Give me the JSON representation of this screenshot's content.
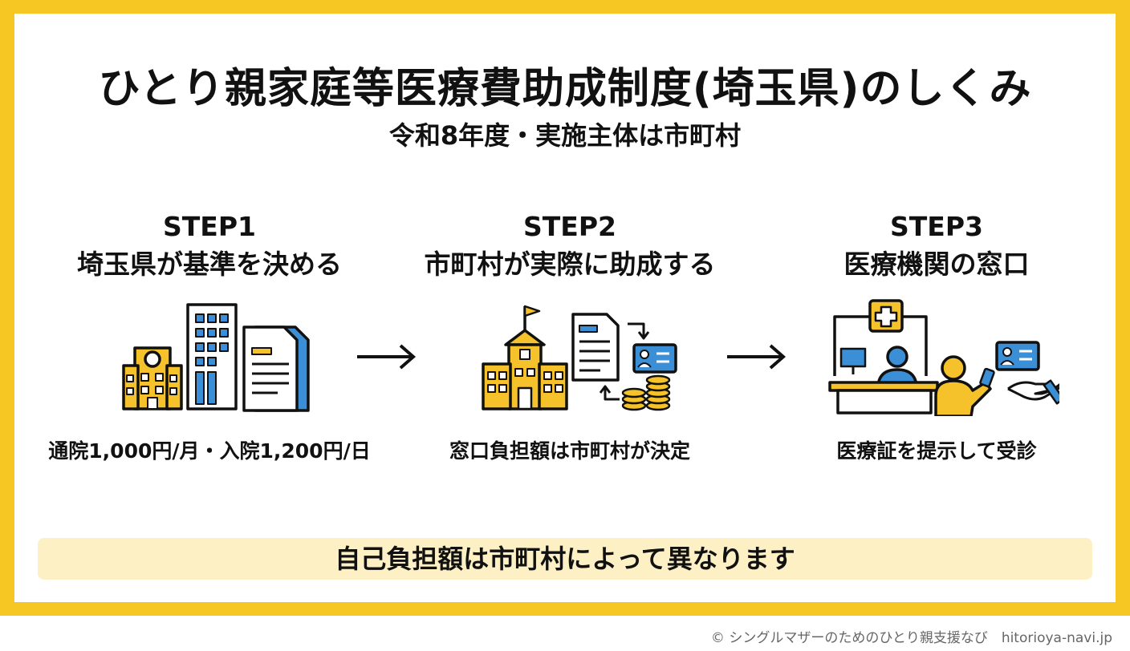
{
  "title": "ひとり親家庭等医療費助成制度(埼玉県)のしくみ",
  "subtitle": "令和8年度・実施主体は市町村",
  "steps": [
    {
      "label": "STEP1",
      "title": "埼玉県が基準を決める",
      "description": "通院1,000円/月・入院1,200円/日",
      "icon": "government-buildings-documents-icon"
    },
    {
      "label": "STEP2",
      "title": "市町村が実際に助成する",
      "description": "窓口負担額は市町村が決定",
      "icon": "city-hall-card-coins-icon"
    },
    {
      "label": "STEP3",
      "title": "医療機関の窓口",
      "description": "医療証を提示して受診",
      "icon": "hospital-reception-card-icon"
    }
  ],
  "banner": "自己負担額は市町村によって異なります",
  "copyright": "© シングルマザーのためのひとり親支援なび　hitorioya-navi.jp",
  "colors": {
    "frame": "#F6C623",
    "accent_yellow": "#F5C22B",
    "accent_blue": "#3B8FD6",
    "outline": "#111111",
    "banner_bg": "#FCF0C4"
  }
}
